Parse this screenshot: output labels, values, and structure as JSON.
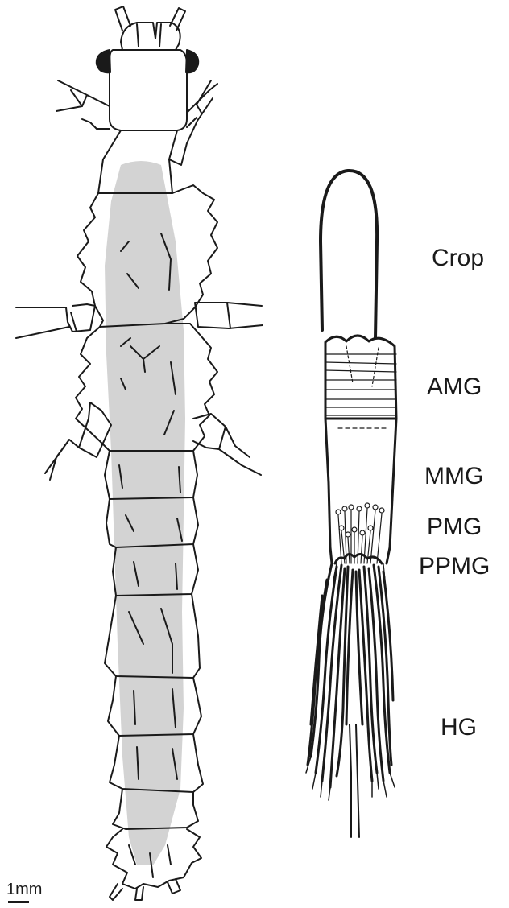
{
  "labels": {
    "crop": "Crop",
    "amg": "AMG",
    "mmg": "MMG",
    "pmg": "PMG",
    "ppmg": "PPMG",
    "hg": "HG"
  },
  "scale_bar": {
    "text": "1mm"
  },
  "colors": {
    "outline": "#1a1a1a",
    "gut_shading": "#d3d3d3",
    "eye": "#1a1a1a",
    "background": "#ffffff"
  }
}
